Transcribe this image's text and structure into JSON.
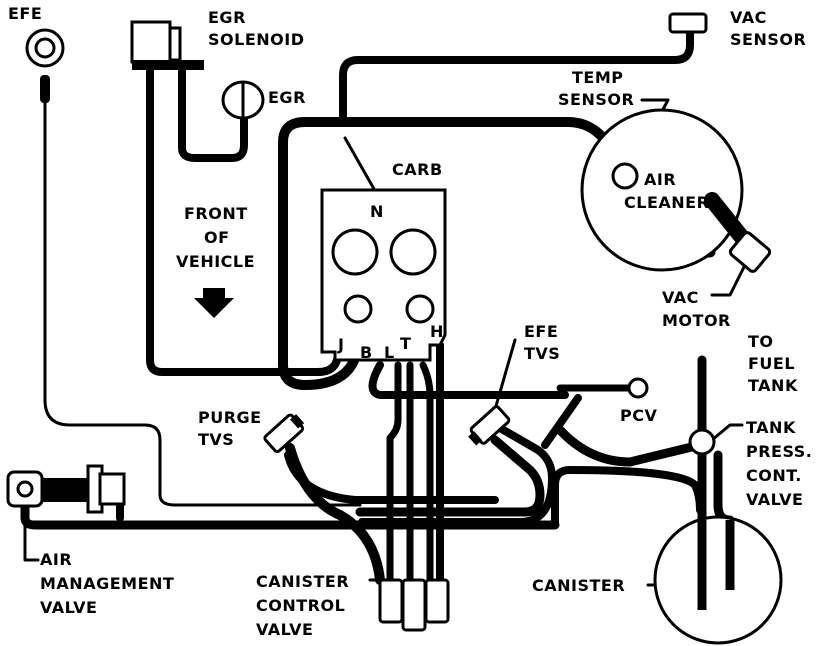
{
  "labels": {
    "efe": "EFE",
    "egr_solenoid_1": "EGR",
    "egr_solenoid_2": "SOLENOID",
    "egr": "EGR",
    "vac_sensor_1": "VAC",
    "vac_sensor_2": "SENSOR",
    "temp_sensor_1": "TEMP",
    "temp_sensor_2": "SENSOR",
    "carb": "CARB",
    "port_n": "N",
    "air_cleaner_1": "AIR",
    "air_cleaner_2": "CLEANER",
    "front_1": "FRONT",
    "front_2": "OF",
    "front_3": "VEHICLE",
    "vac_motor_1": "VAC",
    "vac_motor_2": "MOTOR",
    "port_j": "J",
    "port_b": "B",
    "port_l": "L",
    "port_t": "T",
    "port_h": "H",
    "efe_tvs_1": "EFE",
    "efe_tvs_2": "TVS",
    "to_fuel_tank_1": "TO",
    "to_fuel_tank_2": "FUEL",
    "to_fuel_tank_3": "TANK",
    "purge_tvs_1": "PURGE",
    "purge_tvs_2": "TVS",
    "pcv": "PCV",
    "tank_press_1": "TANK",
    "tank_press_2": "PRESS.",
    "tank_press_3": "CONT.",
    "tank_press_4": "VALVE",
    "air_mgmt_1": "AIR",
    "air_mgmt_2": "MANAGEMENT",
    "air_mgmt_3": "VALVE",
    "canister_ctrl_1": "CANISTER",
    "canister_ctrl_2": "CONTROL",
    "canister_ctrl_3": "VALVE",
    "canister": "CANISTER"
  }
}
